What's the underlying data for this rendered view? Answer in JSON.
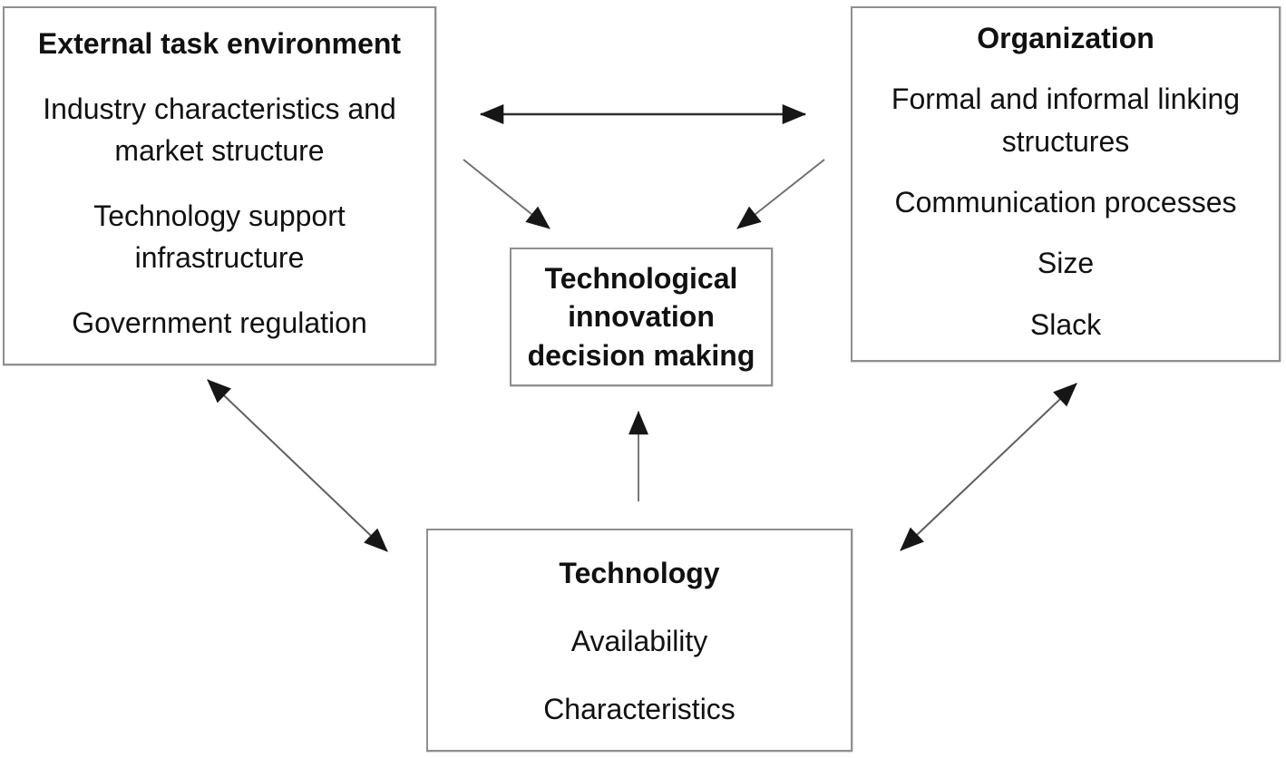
{
  "diagram": {
    "boxes": {
      "external": {
        "title": "External task environment",
        "items": [
          "Industry characteristics and market structure",
          "Technology support infrastructure",
          "Government regulation"
        ]
      },
      "organization": {
        "title": "Organization",
        "items": [
          "Formal and informal linking structures",
          "Communication processes",
          "Size",
          "Slack"
        ]
      },
      "decision": {
        "title": "Technological innovation decision making"
      },
      "technology": {
        "title": "Technology",
        "items": [
          "Availability",
          "Characteristics"
        ]
      }
    },
    "edges": [
      {
        "from": "external",
        "to": "organization",
        "bidirectional": true
      },
      {
        "from": "external",
        "to": "decision",
        "bidirectional": false
      },
      {
        "from": "organization",
        "to": "decision",
        "bidirectional": false
      },
      {
        "from": "technology",
        "to": "decision",
        "bidirectional": false
      },
      {
        "from": "external",
        "to": "technology",
        "bidirectional": true
      },
      {
        "from": "organization",
        "to": "technology",
        "bidirectional": true
      }
    ],
    "colors": {
      "background": "#ffffff",
      "box_border": "#8f8f8f",
      "text": "#111111",
      "arrow_line": "#5f5f5f",
      "arrow_head": "#161616"
    }
  }
}
